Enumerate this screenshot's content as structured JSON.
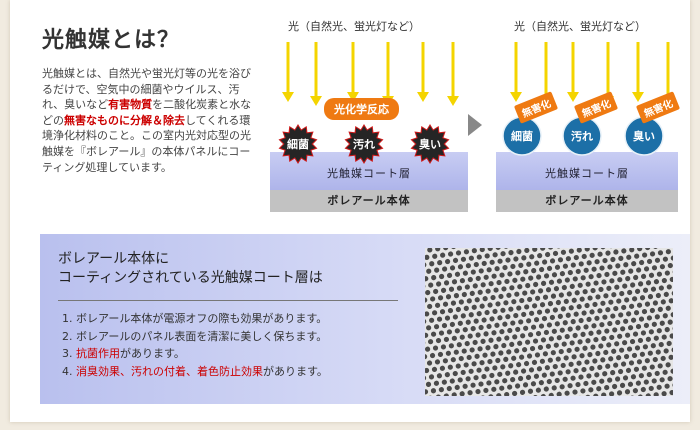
{
  "title": "光触媒とは？",
  "description": [
    {
      "text": "光触媒とは、自然光や蛍光灯等の光を浴びるだけで、空気中の細菌やウイルス、汚れ、臭いなど"
    },
    {
      "text": "有害物質",
      "style": "red"
    },
    {
      "text": "を二酸化炭素と水などの"
    },
    {
      "text": "無害なものに分解＆除去",
      "style": "red"
    },
    {
      "text": "してくれる環境浄化材料のこと。この室内光対応型の光触媒を『ボレアール』の本体パネルにコーティング処理しています。"
    }
  ],
  "diagram": {
    "light_label": "光（自然光、蛍光灯など）",
    "reaction_label": "光化学反応",
    "before_items": [
      "細菌",
      "汚れ",
      "臭い"
    ],
    "after_items": [
      "細菌",
      "汚れ",
      "臭い"
    ],
    "harmless_label": "無害化",
    "coat_layer_label": "光触媒コート層",
    "base_label": "ボレアール本体",
    "colors": {
      "arrow": "#f4d400",
      "before_badge": "#252525",
      "after_badge": "#1c6fa7",
      "tag": "#ef7a12",
      "layer": "#b9bef0",
      "base": "#c2c2c2"
    }
  },
  "panel": {
    "heading_line1": "ボレアール本体に",
    "heading_line2": "コーティングされている光触媒コート層は",
    "items": [
      {
        "parts": [
          {
            "text": "1. ボレアール本体が電源オフの際も効果があります。"
          }
        ]
      },
      {
        "parts": [
          {
            "text": "2. ボレアールのパネル表面を清潔に美しく保ちます。"
          }
        ]
      },
      {
        "parts": [
          {
            "text": "3. "
          },
          {
            "text": "抗菌作用",
            "style": "red"
          },
          {
            "text": "があります。"
          }
        ]
      },
      {
        "parts": [
          {
            "text": "4. "
          },
          {
            "text": "消臭効果、汚れの付着、着色防止効果",
            "style": "red"
          },
          {
            "text": "があります。"
          }
        ]
      }
    ]
  }
}
